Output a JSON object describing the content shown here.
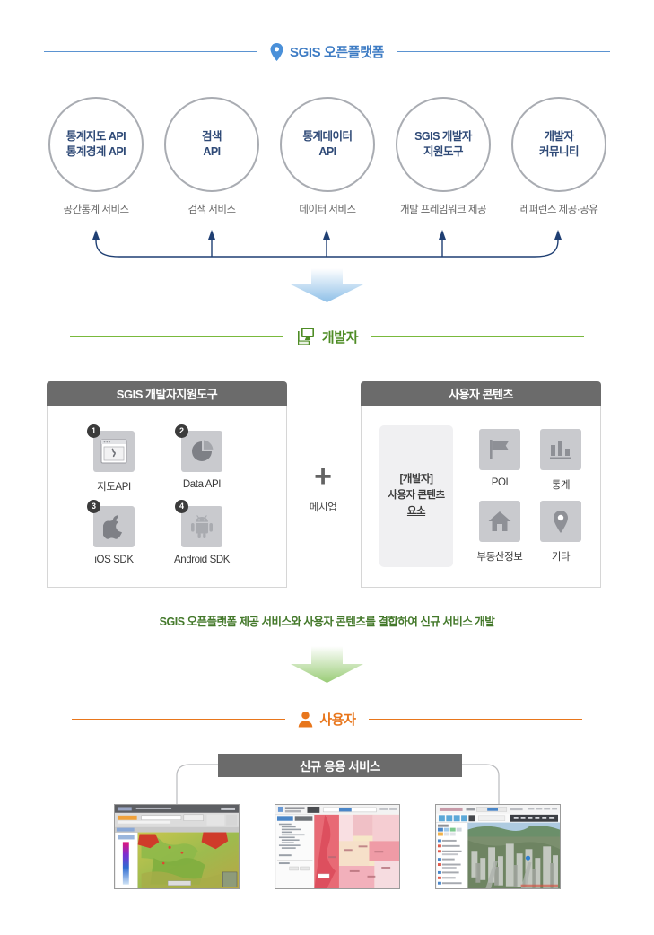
{
  "sections": {
    "platform": {
      "label": "SGIS 오픈플랫폼",
      "icon": "map-pin-icon",
      "color": "#3e7cc4"
    },
    "developer": {
      "label": "개발자",
      "icon": "computer-desktop-icon",
      "color": "#4e8c25"
    },
    "user": {
      "label": "사용자",
      "icon": "person-icon",
      "color": "#e8761c"
    }
  },
  "services": [
    {
      "title": "통계지도 API\n통계경계 API",
      "line1": "통계지도 API",
      "line2": "통계경계 API",
      "caption": "공간통계 서비스"
    },
    {
      "title": "검색\nAPI",
      "line1": "검색",
      "line2": "API",
      "caption": "검색 서비스"
    },
    {
      "title": "통계데이터\nAPI",
      "line1": "통계데이터",
      "line2": "API",
      "caption": "데이터 서비스"
    },
    {
      "title": "SGIS 개발자\n지원도구",
      "line1": "SGIS 개발자",
      "line2": "지원도구",
      "caption": "개발 프레임워크 제공"
    },
    {
      "title": "개발자\n커뮤니티",
      "line1": "개발자",
      "line2": "커뮤니티",
      "caption": "레퍼런스 제공·공유"
    }
  ],
  "devtools_panel": {
    "title": "SGIS 개발자지원도구",
    "tiles": [
      {
        "badge": "1",
        "label": "지도API",
        "icon": "map-window-icon"
      },
      {
        "badge": "2",
        "label": "Data API",
        "icon": "pie-chart-icon"
      },
      {
        "badge": "3",
        "label": "iOS SDK",
        "icon": "apple-icon"
      },
      {
        "badge": "4",
        "label": "Android SDK",
        "icon": "android-icon"
      }
    ]
  },
  "mashup": {
    "symbol": "+",
    "label": "메시업"
  },
  "content_panel": {
    "title": "사용자 콘텐츠",
    "element_box": {
      "line1": "[개발자]",
      "line2": "사용자 콘텐츠",
      "line3": "요소"
    },
    "tiles": [
      {
        "label": "POI",
        "icon": "flag-icon"
      },
      {
        "label": "통계",
        "icon": "bar-chart-icon"
      },
      {
        "label": "부동산정보",
        "icon": "home-icon"
      },
      {
        "label": "기타",
        "icon": "location-marker-icon"
      }
    ]
  },
  "green_note": "SGIS 오픈플랫폼 제공 서비스와 사용자 콘텐츠를 결합하여 신규 서비스 개발",
  "new_service": {
    "title": "신규 응용 서비스",
    "screenshots": [
      {
        "name": "thematic-map-app-screenshot"
      },
      {
        "name": "population-choropleth-app-screenshot"
      },
      {
        "name": "three-d-city-view-app-screenshot"
      }
    ]
  },
  "colors": {
    "blue": "#3e7cc4",
    "green": "#4e8c25",
    "orange": "#e8761c",
    "circle_text": "#2f4a77",
    "panel_header": "#6b6b6b"
  }
}
